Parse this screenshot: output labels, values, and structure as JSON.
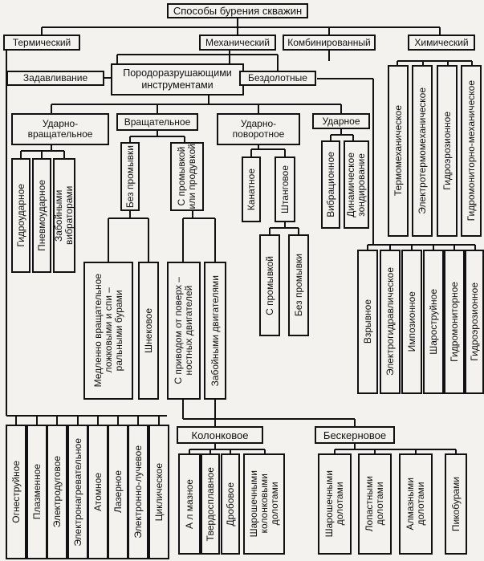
{
  "root": "Способы бурения скважин",
  "level1": {
    "thermal": "Термический",
    "mechanical": "Механический",
    "combined": "Комбинированный",
    "chemical": "Химический"
  },
  "mechanical": {
    "pressing": "Задавливание",
    "rock_tools": "Породоразрушающими\nинструментами",
    "bitless": "Бездолотные"
  },
  "tools": {
    "impact_rotary": "Ударно-\nвращательное",
    "rotary": "Вращательное",
    "impact_turn": "Ударно-\nповоротное",
    "impact": "Ударное"
  },
  "impact_rotary_items": [
    "Гидроударное",
    "Пневмоударное",
    "Забойными вибраторами"
  ],
  "rotary": {
    "no_flush": "Без промывки",
    "with_flush": "С промывкой\nили продувкой",
    "no_flush_items": [
      "Медленно вращательное\nложковыми и спи –\nральными бурами",
      "Шнековое"
    ],
    "with_flush_items": [
      "С приводом от поверх –\nностных двигателей",
      "Забойными двигателями"
    ]
  },
  "impact_turn": {
    "rope": "Канатное",
    "rod": "Штанговое",
    "rod_items": [
      "С промывкой",
      "Без промывки"
    ]
  },
  "impact_items": [
    "Вибрационное",
    "Динамическое\nзондирование"
  ],
  "combined_items": [
    "Термомеханическое",
    "Электротермомеханическое",
    "Гидроэрозионное",
    "Гидромониторно-механическое"
  ],
  "bitless_items": [
    "Взрывное",
    "Электрогидравлическое",
    "Импозионное",
    "Шароструйное",
    "Гидромониторное",
    "Гидроэрозионное"
  ],
  "thermal_items": [
    "Огнеструйное",
    "Плазменное",
    "Электродуговое",
    "Электронагревательное",
    "Атомное",
    "Лазерное",
    "Электронно-лучевое",
    "Циклическое"
  ],
  "core": {
    "label": "Колонковое",
    "items": [
      "А л мазное",
      "Твердосплавное",
      "Дробовое",
      "Шарошечными\nколонковыми\nдолотами"
    ]
  },
  "coreless": {
    "label": "Бескерновое",
    "items": [
      "Шарошечными\nдолотами",
      "Лопастными\nдолотами",
      "Алмазными\nдолотами",
      "Пикобурами"
    ]
  }
}
